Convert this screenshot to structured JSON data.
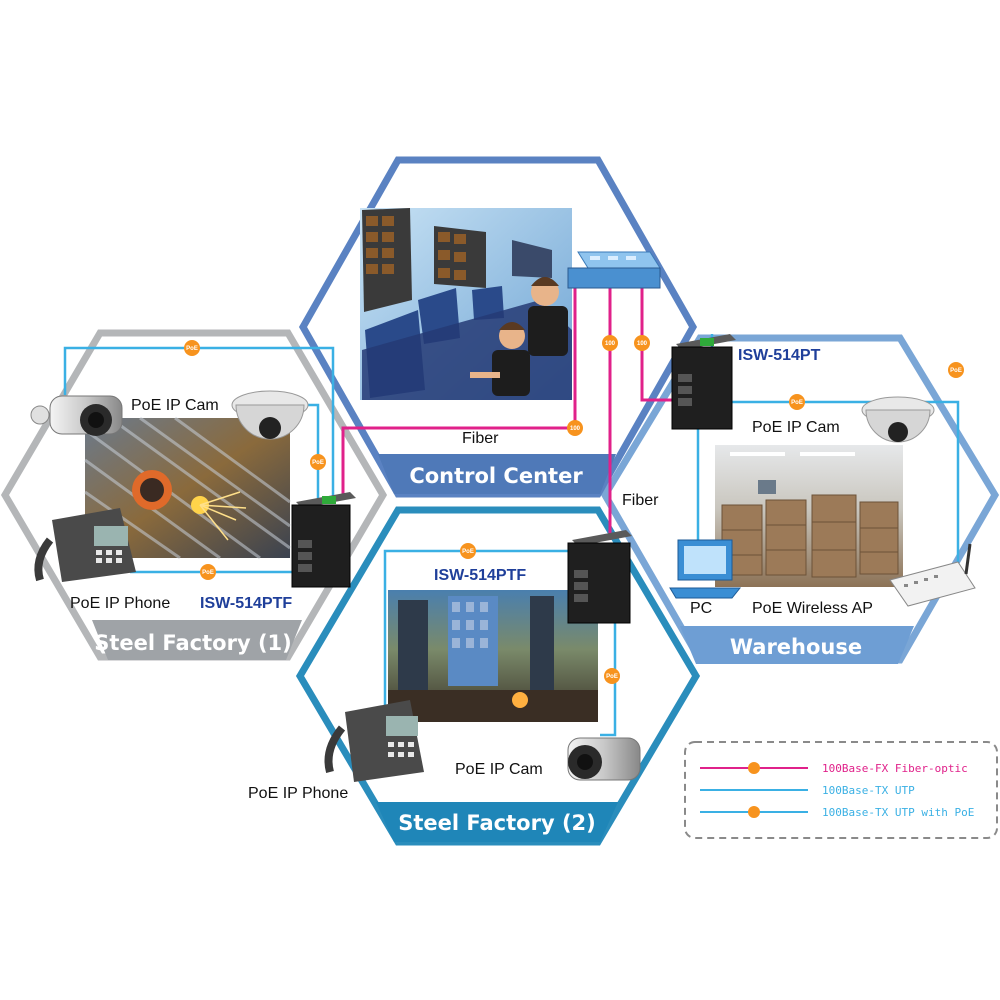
{
  "colors": {
    "fiber": "#e0218a",
    "utp": "#3ab0e4",
    "poe_badge": "#f7931e",
    "grey_hex": "#b4b6b8",
    "blue_hex": "#3a8fc0",
    "light_blue_hex": "#7aa6d6",
    "control_hex": "#5a82c2"
  },
  "sections": {
    "control_center": {
      "title": "Control Center",
      "fiber_label": "Fiber"
    },
    "steel_factory_1": {
      "title": "Steel Factory (1)",
      "camera_label": "PoE IP Cam",
      "phone_label": "PoE IP Phone",
      "switch_label": "ISW-514PTF"
    },
    "steel_factory_2": {
      "title": "Steel Factory (2)",
      "camera_label": "PoE IP Cam",
      "phone_label": "PoE IP Phone",
      "switch_label": "ISW-514PTF"
    },
    "warehouse": {
      "title": "Warehouse",
      "fiber_label": "Fiber",
      "camera_label": "PoE IP Cam",
      "pc_label": "PC",
      "ap_label": "PoE Wireless AP",
      "switch_label": "ISW-514PT"
    }
  },
  "badges": {
    "poe": "PoE",
    "fiber": "100"
  },
  "legend": {
    "items": [
      {
        "label": "100Base-FX Fiber-optic",
        "kind": "fiber"
      },
      {
        "label": "100Base-TX UTP",
        "kind": "utp"
      },
      {
        "label": "100Base-TX UTP with PoE",
        "kind": "poe"
      }
    ]
  },
  "icons": [
    "camera-icon",
    "dome-camera-icon",
    "ip-phone-icon",
    "industrial-switch-icon",
    "network-switch-icon",
    "pc-icon",
    "wireless-ap-icon"
  ]
}
